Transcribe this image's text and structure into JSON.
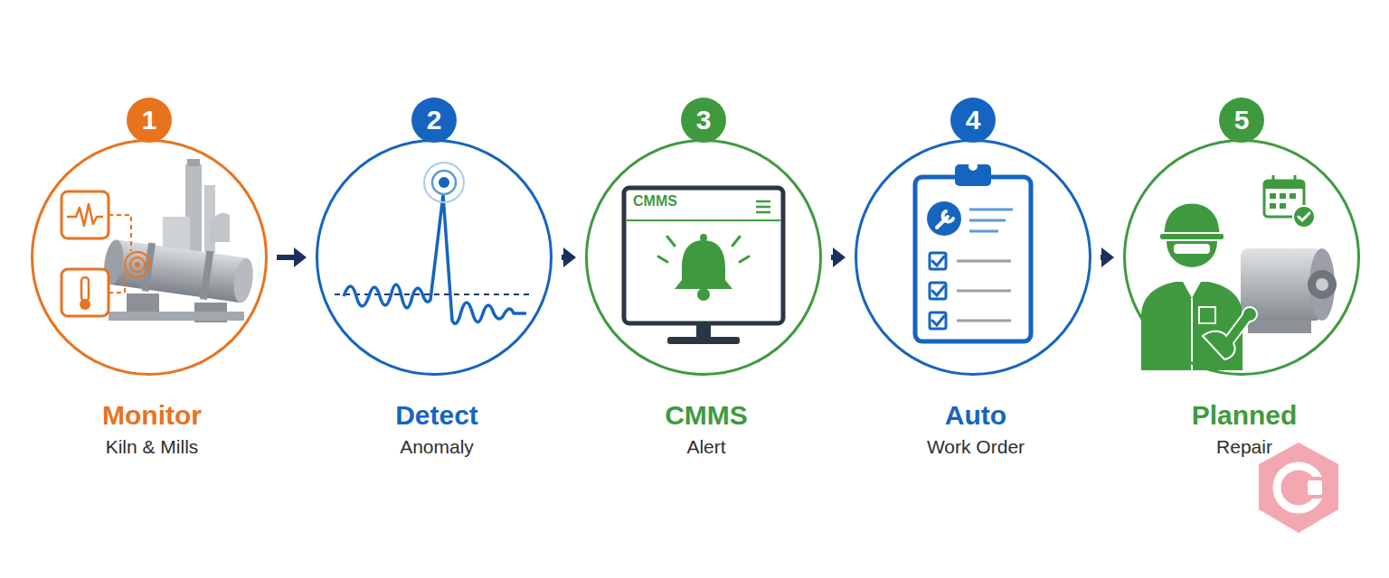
{
  "diagram": {
    "nodes": [
      {
        "text": [
          "1"
        ]
      },
      {
        "text": [
          "Monitor",
          "Kiln & Mills"
        ]
      },
      {
        "text": [
          "2"
        ]
      },
      {
        "text": [
          "Detect",
          "Anomaly"
        ]
      },
      {
        "text": [
          "3"
        ]
      },
      {
        "text": [
          "CMMS",
          "Alert"
        ]
      },
      {
        "text": [
          "4"
        ]
      },
      {
        "text": [
          "Auto",
          "Work Order"
        ]
      },
      {
        "text": [
          "5"
        ]
      },
      {
        "text": [
          "Planned",
          "Repair"
        ]
      }
    ],
    "edges": [
      {
        "from": 1,
        "to": 3,
        "arrow": "to"
      },
      {
        "from": 3,
        "to": 5,
        "arrow": "to"
      },
      {
        "from": 5,
        "to": 7,
        "arrow": "to"
      },
      {
        "from": 7,
        "to": 9,
        "arrow": "to"
      }
    ],
    "labels": [
      "CMMS"
    ]
  }
}
